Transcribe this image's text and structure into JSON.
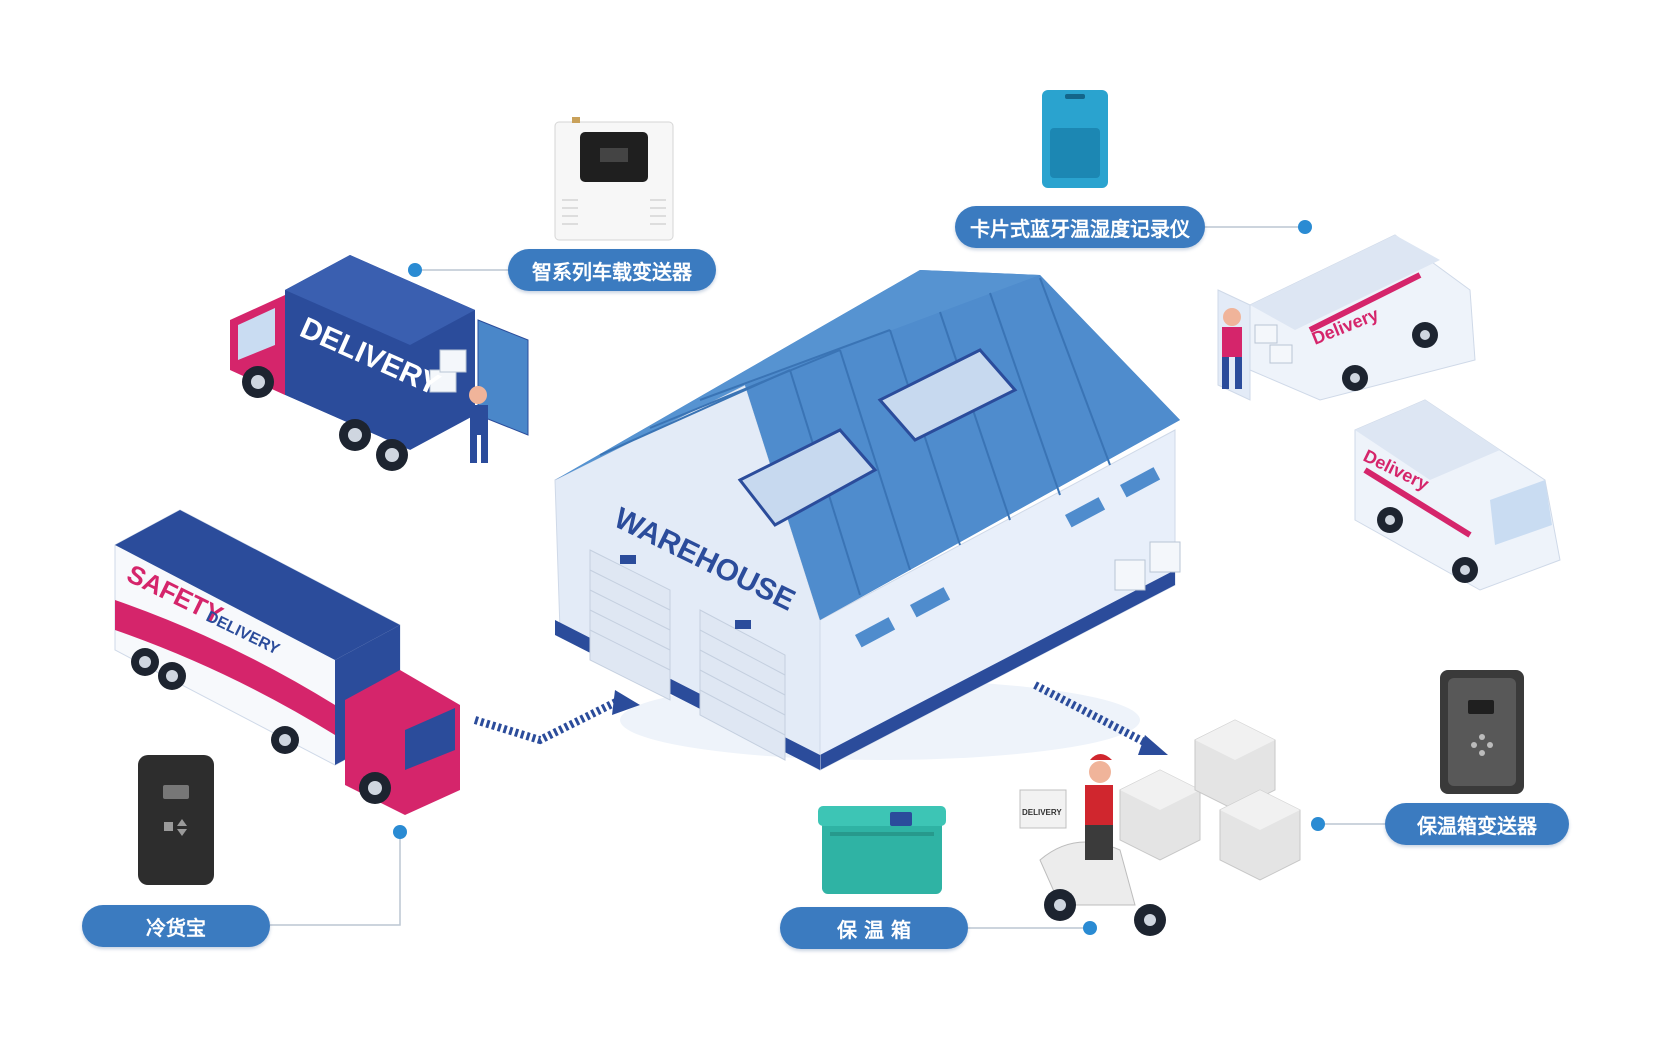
{
  "labels": {
    "vehicle_transmitter": "智系列车载变送器",
    "card_logger": "卡片式蓝牙温湿度记录仪",
    "cold_cargo": "冷货宝",
    "insulated_box": "保 温 箱",
    "box_transmitter": "保温箱变送器"
  },
  "vehicles": {
    "truck1_text": "DELIVERY",
    "truck2_text_main": "SAFETY",
    "truck2_text_sub": "DELIVERY",
    "van_text": "Delivery",
    "scooter_box_text": "DELIVERY"
  },
  "warehouse": {
    "sign": "WAREHOUSE"
  },
  "colors": {
    "pill": "#3b7bc0",
    "navy": "#2b4c9b",
    "magenta": "#d5256b",
    "roof": "#4a87c9",
    "connector_dot": "#2a8bd3",
    "teal_box": "#2fb3a4"
  },
  "icons": [
    "truck",
    "van",
    "warehouse",
    "scooter",
    "device"
  ]
}
